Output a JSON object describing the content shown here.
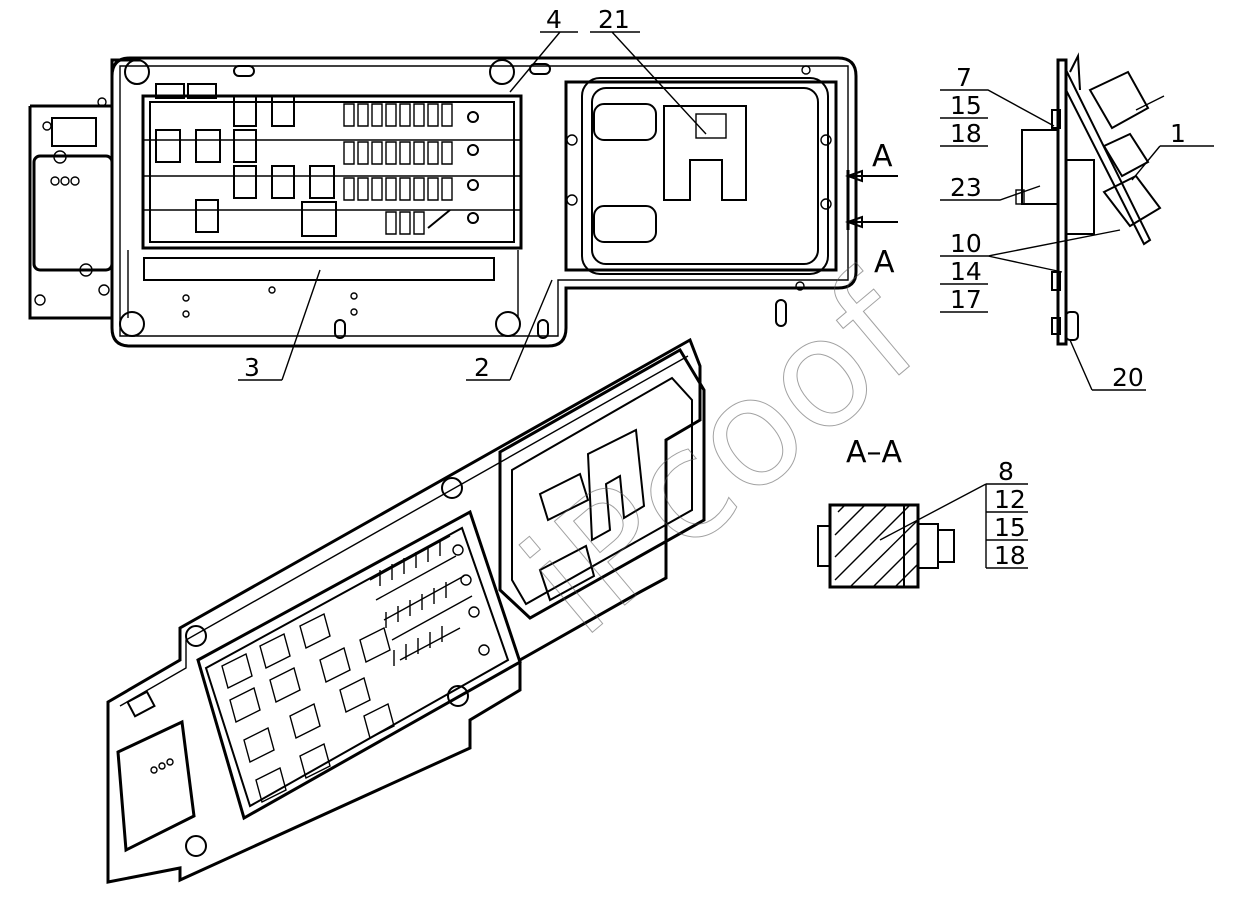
{
  "drawing": {
    "callouts": {
      "c1": "1",
      "c2": "2",
      "c3": "3",
      "c4": "4",
      "c7": "7",
      "c8": "8",
      "c10": "10",
      "c12": "12",
      "c14": "14",
      "c15a": "15",
      "c15b": "15",
      "c17": "17",
      "c18a": "18",
      "c18b": "18",
      "c20": "20",
      "c21": "21",
      "c23": "23"
    },
    "section_marker_top": "A",
    "section_marker_bottom": "A",
    "section_title": "A–A",
    "watermark": "iPcoof"
  }
}
